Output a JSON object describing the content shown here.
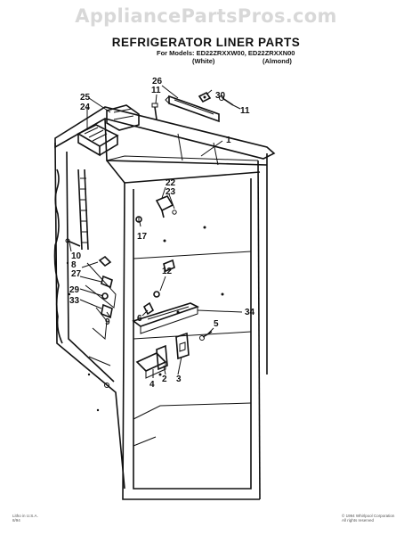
{
  "watermark": "AppliancePartsPros.com",
  "title": "REFRIGERATOR LINER PARTS",
  "models_line": "For Models: ED22ZRXXW00, ED22ZRXXN00",
  "color_white": "(White)",
  "color_almond": "(Almond)",
  "callouts": [
    "30",
    "26",
    "11",
    "11",
    "25",
    "24",
    "1",
    "22",
    "23",
    "17",
    "10",
    "8",
    "27",
    "12",
    "29",
    "33",
    "6",
    "34",
    "9",
    "5",
    "4",
    "2",
    "3"
  ],
  "footer_left": [
    "Litho in U.S.A.",
    "8/94"
  ],
  "footer_right": [
    "© 1994 Whirlpool Corporation",
    "All rights reserved"
  ]
}
